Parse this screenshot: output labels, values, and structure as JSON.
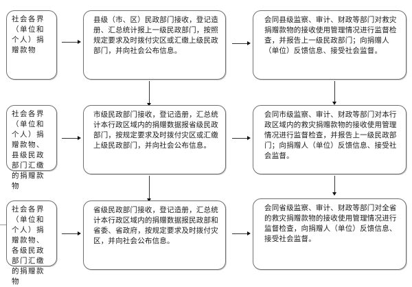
{
  "diagram": {
    "rows": [
      {
        "source": "社会各界（单位和个人）捐赠款物",
        "process": "县级（市、区）民政部门接收，登记造册、汇总统计报上一级民政部门，按照规定要求及时拨付灾区或汇缴上级民政部门，并向社会公布信息。",
        "supervision": "会同县级监察、审计、财政等部门对救灾捐赠款物的接收使用管理情况进行监督检查，并报告上一级民政部门；向捐赠人（单位）反馈信息、接受社会监督。"
      },
      {
        "source": "社会各界（单位和个人）捐赠款物、县级民政部门汇缴的捐赠款物",
        "process": "市级民政部门接收，登记造册，汇总统计本行政区域内的捐赠数据报省级民政部门，按规定要求及时拨付灾区或汇缴上级民政部门，并向社会公布信息。",
        "supervision": "会同市级监察、审计、财政等部门对本行政区域内的救灾捐赠款物的接收使用管理情况进行监督检查，并报告上一级民政部门；向捐赠人（单位）反馈信息、接受社会监督。"
      },
      {
        "source": "社会各界（单位和个人）捐赠款物、各级民政部门汇缴的捐赠款物",
        "process": "省级民政部门接收，登记造册，汇总统计本行政区域内的捐赠数据报民政部和省委、省政府，按规定要求及时拨付灾区，并向社会公布信息。",
        "supervision": "会同省级监察、审计、财政等部门对全省的救灾捐赠款物的接收使用管理情况进行监督检查，向捐赠人（单位）反馈信息、接受社会监督。"
      }
    ]
  }
}
